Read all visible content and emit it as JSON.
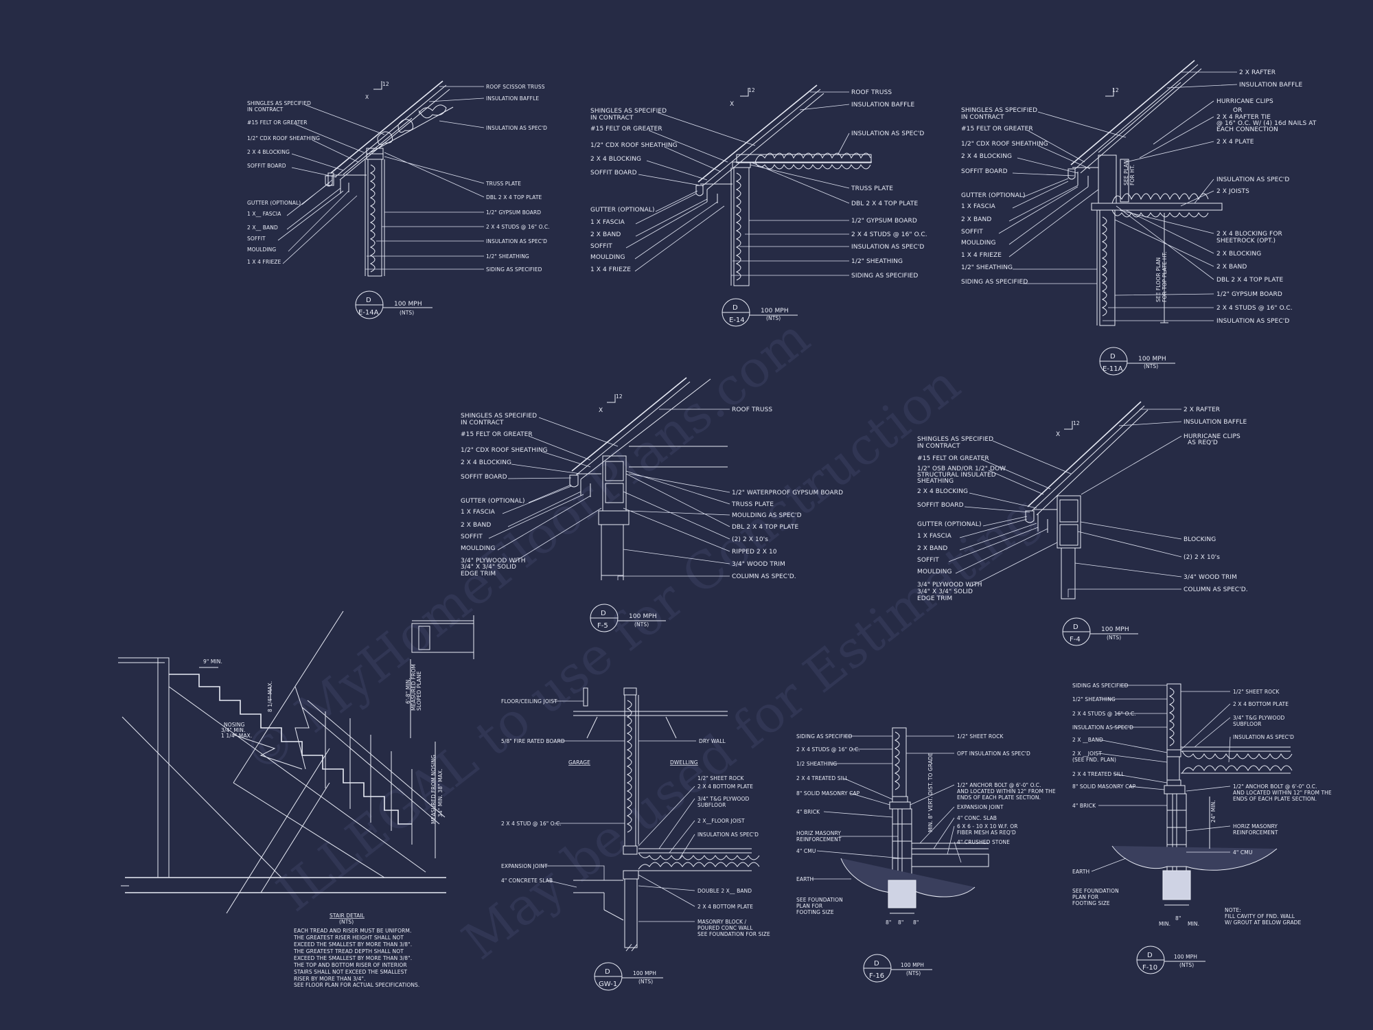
{
  "watermark": {
    "line1": "© MyHomeFloorPlans.com",
    "line2": "ILLEGAL to use for Construction",
    "line3": "May be used for Estimating"
  },
  "details": {
    "e14a": {
      "pitch": "12",
      "x": "X",
      "left": [
        "SHINGLES AS SPECIFIED",
        "IN CONTRACT",
        "#15 FELT OR GREATER",
        "1/2\" CDX ROOF SHEATHING",
        "2 X 4 BLOCKING",
        "SOFFIT BOARD",
        "GUTTER (OPTIONAL)",
        "1 X__ FASCIA",
        "2 X__ BAND",
        "SOFFIT",
        "MOULDING",
        "1 X 4 FRIEZE"
      ],
      "right": [
        "ROOF SCISSOR TRUSS",
        "INSULATION BAFFLE",
        "INSULATION AS SPEC'D",
        "TRUSS PLATE",
        "DBL 2 X 4 TOP PLATE",
        "1/2\" GYPSUM BOARD",
        "2 X 4 STUDS @ 16\" O.C.",
        "INSULATION AS SPEC'D",
        "1/2\" SHEATHING",
        "SIDING AS SPECIFIED"
      ],
      "tag": {
        "top": "D",
        "bottom": "E-14A",
        "note": "100 MPH",
        "nts": "(NTS)"
      }
    },
    "e14": {
      "pitch": "12",
      "x": "X",
      "left": [
        "SHINGLES AS SPECIFIED",
        "IN CONTRACT",
        "#15 FELT OR GREATER",
        "1/2\" CDX ROOF SHEATHING",
        "2 X 4 BLOCKING",
        "SOFFIT BOARD",
        "GUTTER (OPTIONAL)",
        "1 X  FASCIA",
        "2 X  BAND",
        "SOFFIT",
        "MOULDING",
        "1 X 4 FRIEZE"
      ],
      "right": [
        "ROOF TRUSS",
        "INSULATION BAFFLE",
        "INSULATION AS SPEC'D",
        "TRUSS PLATE",
        "DBL 2 X 4 TOP PLATE",
        "1/2\" GYPSUM BOARD",
        "2 X 4 STUDS @ 16\" O.C.",
        "INSULATION AS SPEC'D",
        "1/2\" SHEATHING",
        "SIDING AS SPECIFIED"
      ],
      "tag": {
        "top": "D",
        "bottom": "E-14",
        "note": "100 MPH",
        "nts": "(NTS)"
      }
    },
    "e11a": {
      "pitch": "12",
      "left": [
        "SHINGLES AS SPECIFIED",
        "IN CONTRACT",
        "#15 FELT OR GREATER",
        "1/2\" CDX ROOF SHEATHING",
        "2 X 4 BLOCKING",
        "SOFFIT BOARD",
        "GUTTER (OPTIONAL)",
        "1 X  FASCIA",
        "2 X  BAND",
        "SOFFIT",
        "MOULDING",
        "1 X 4 FRIEZE",
        "1/2\" SHEATHING",
        "SIDING AS SPECIFIED"
      ],
      "right": [
        "2 X   RAFTER",
        "INSULATION BAFFLE",
        "HURRICANE CLIPS",
        "OR",
        "2 X 4 RAFTER TIE",
        "@ 16\" O.C. W/ (4) 16d NAILS AT",
        "EACH CONNECTION",
        "2 X 4 PLATE",
        "INSULATION AS SPEC'D",
        "2 X   JOISTS",
        "2 X 4 BLOCKING FOR",
        "SHEETROCK (OPT.)",
        "2 X   BLOCKING",
        "2 X   BAND",
        "DBL 2 X 4 TOP PLATE",
        "1/2\" GYPSUM BOARD",
        "2 X 4 STUDS @ 16\" O.C.",
        "INSULATION AS SPEC'D"
      ],
      "vert1": "SEE PLAN",
      "vert2": "FOR HT.",
      "vert3": "SEE FLOOR PLAN",
      "vert4": "FOR TOP PLATE HT.",
      "tag": {
        "top": "D",
        "bottom": "E-11A",
        "note": "100 MPH",
        "nts": "(NTS)"
      }
    },
    "f5": {
      "pitch": "12",
      "x": "X",
      "left": [
        "SHINGLES AS SPECIFIED",
        "IN CONTRACT",
        "#15 FELT OR GREATER",
        "1/2\" CDX ROOF SHEATHING",
        "2 X 4 BLOCKING",
        "SOFFIT BOARD",
        "GUTTER (OPTIONAL)",
        "1 X  FASCIA",
        "2 X  BAND",
        "SOFFIT",
        "MOULDING",
        "3/4\" PLYWOOD WITH",
        "3/4\" X 3/4\" SOLID",
        "EDGE TRIM"
      ],
      "right": [
        "ROOF TRUSS",
        "1/2\" WATERPROOF GYPSUM BOARD",
        "TRUSS PLATE",
        "MOULDING AS SPEC'D",
        "DBL 2 X 4 TOP PLATE",
        "(2) 2 X 10's",
        "RIPPED 2 X 10",
        "3/4\" WOOD TRIM",
        "COLUMN AS SPEC'D."
      ],
      "tag": {
        "top": "D",
        "bottom": "F-5",
        "note": "100 MPH",
        "nts": "(NTS)"
      }
    },
    "f4": {
      "pitch": "12",
      "x": "X",
      "left": [
        "SHINGLES AS SPECIFIED",
        "IN CONTRACT",
        "#15 FELT OR GREATER",
        "1/2\" OSB AND/OR 1/2\" DOW",
        "STRUCTURAL INSULATED",
        "SHEATHING",
        "2 X 4 BLOCKING",
        "SOFFIT BOARD",
        "GUTTER (OPTIONAL)",
        "1 X  FASCIA",
        "2 X  BAND",
        "SOFFIT",
        "MOULDING",
        "3/4\" PLYWOOD WITH",
        "3/4\" X 3/4\" SOLID",
        "EDGE TRIM"
      ],
      "right": [
        "2 X  RAFTER",
        "INSULATION BAFFLE",
        "HURRICANE CLIPS",
        "AS REQ'D",
        "BLOCKING",
        "(2) 2 X 10's",
        "3/4\" WOOD TRIM",
        "COLUMN AS SPEC'D."
      ],
      "tag": {
        "top": "D",
        "bottom": "F-4",
        "note": "100 MPH",
        "nts": "(NTS)"
      }
    },
    "stair": {
      "dims": [
        "9\" MIN.",
        "8 1/4\" MAX.",
        "NOSING",
        "3/4\" MIN.",
        "1 1/4\" MAX.",
        "6'-8\" MIN.",
        "MEASURED FROM",
        "SLOPED PLANE",
        "MEASURED FROM NOSING",
        "34\" MIN. 38\" MAX."
      ],
      "title": "STAIR DETAIL",
      "nts": "(NTS)",
      "notes": [
        "EACH TREAD AND RISER MUST BE UNIFORM.",
        "THE GREATEST RISER HEIGHT SHALL NOT",
        "EXCEED THE SMALLEST BY MORE THAN 3/8\".",
        "THE GREATEST TREAD DEPTH SHALL NOT",
        "EXCEED THE SMALLEST BY MORE THAN 3/8\".",
        "THE TOP AND BOTTOM RISER OF INTERIOR",
        "STAIRS SHALL NOT EXCEED THE SMALLEST",
        "RISER BY MORE THAN 3/4\".",
        "SEE FLOOR PLAN FOR ACTUAL SPECIFICATIONS."
      ]
    },
    "gw1": {
      "left": [
        "FLOOR/CEILING JOIST",
        "5/8\" FIRE RATED BOARD",
        "2 X 4 STUD @ 16\" O.C.",
        "EXPANSION JOINT",
        "4\" CONCRETE SLAB"
      ],
      "garage": "GARAGE",
      "dwelling": "DWELLING",
      "right": [
        "DRY WALL",
        "1/2\" SHEET ROCK",
        "2 X 4 BOTTOM PLATE",
        "3/4\" T&G PLYWOOD",
        "SUBFLOOR",
        "2 X__FLOOR JOIST",
        "INSULATION AS SPEC'D",
        "DOUBLE 2 X__ BAND",
        "2 X 4 BOTTOM PLATE",
        "MASONRY BLOCK /",
        "POURED CONC WALL",
        "SEE FOUNDATION FOR SIZE"
      ],
      "tag": {
        "top": "D",
        "bottom": "GW-1",
        "note": "100 MPH",
        "nts": "(NTS)"
      }
    },
    "f16": {
      "left": [
        "SIDING AS SPECIFIED",
        "2 X 4 STUDS @ 16\" O.C.",
        "1/2 SHEATHING",
        "2 X 4 TREATED SILL",
        "8\" SOLID MASONRY CAP",
        "4\" BRICK",
        "HORIZ MASONRY",
        "REINFORCEMENT",
        "4\" CMU",
        "EARTH",
        "SEE FOUNDATION",
        "PLAN FOR",
        "FOOTING SIZE"
      ],
      "right": [
        "1/2\" SHEET ROCK",
        "OPT INSULATION AS SPEC'D",
        "1/2\" ANCHOR BOLT @ 6'-0\" O.C.",
        "AND LOCATED WITHIN 12\" FROM THE",
        "ENDS OF EACH PLATE SECTION.",
        "EXPANSION JOINT",
        "4\" CONC. SLAB",
        "6 X 6 - 10 X 10 W.F. OR",
        "FIBER MESH AS REQ'D",
        "4\" CRUSHED STONE"
      ],
      "vert": "MIN. 8\" VERT. DIST. TO GRADE",
      "dims": [
        "8\"",
        "8\"",
        "8\""
      ],
      "tag": {
        "top": "D",
        "bottom": "F-16",
        "note": "100 MPH",
        "nts": "(NTS)"
      }
    },
    "f10": {
      "left": [
        "SIDING AS SPECIFIED",
        "1/2\" SHEATHING",
        "2 X 4 STUDS @ 16\" O.C.",
        "INSULATION AS SPEC'D",
        "2 X __BAND",
        "2 X __JOIST",
        "(SEE FND. PLAN)",
        "2 X 4 TREATED SILL",
        "8\" SOLID MASONRY CAP",
        "4\" BRICK",
        "EARTH",
        "SEE FOUNDATION",
        "PLAN FOR",
        "FOOTING SIZE"
      ],
      "right": [
        "1/2\" SHEET ROCK",
        "2 X 4 BOTTOM PLATE",
        "3/4\" T&G PLYWOOD",
        "SUBFLOOR",
        "INSULATION AS SPEC'D",
        "1/2\" ANCHOR BOLT @ 6'-0\" O.C.",
        "AND LOCATED WITHIN 12\" FROM THE",
        "ENDS OF EACH PLATE SECTION.",
        "HORIZ MASONRY",
        "REINFORCEMENT",
        "4\" CMU",
        "NOTE:",
        "FILL CAVITY OF FND. WALL",
        "W/ GROUT AT BELOW GRADE"
      ],
      "vert": "24\" MIN.",
      "dims": [
        "MIN.",
        "8\"",
        "MIN."
      ],
      "tag": {
        "top": "D",
        "bottom": "F-10",
        "note": "100 MPH",
        "nts": "(NTS)"
      }
    }
  }
}
